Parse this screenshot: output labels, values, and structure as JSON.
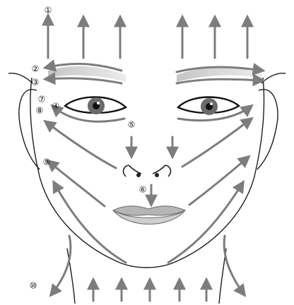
{
  "diagram": {
    "steps": [
      "①",
      "②",
      "③",
      "⑦",
      "⑧",
      "④",
      "⑤",
      "⑥",
      "⑨",
      "⑩"
    ],
    "colors": {
      "arrow": "#7d7d7d",
      "skin": "#ffffff",
      "outline": "#1d1d1d",
      "shadow": "#d9d9d9",
      "lip": "#b5b5b5",
      "iris": "#6a6a6a",
      "pupil": "#111111"
    }
  }
}
